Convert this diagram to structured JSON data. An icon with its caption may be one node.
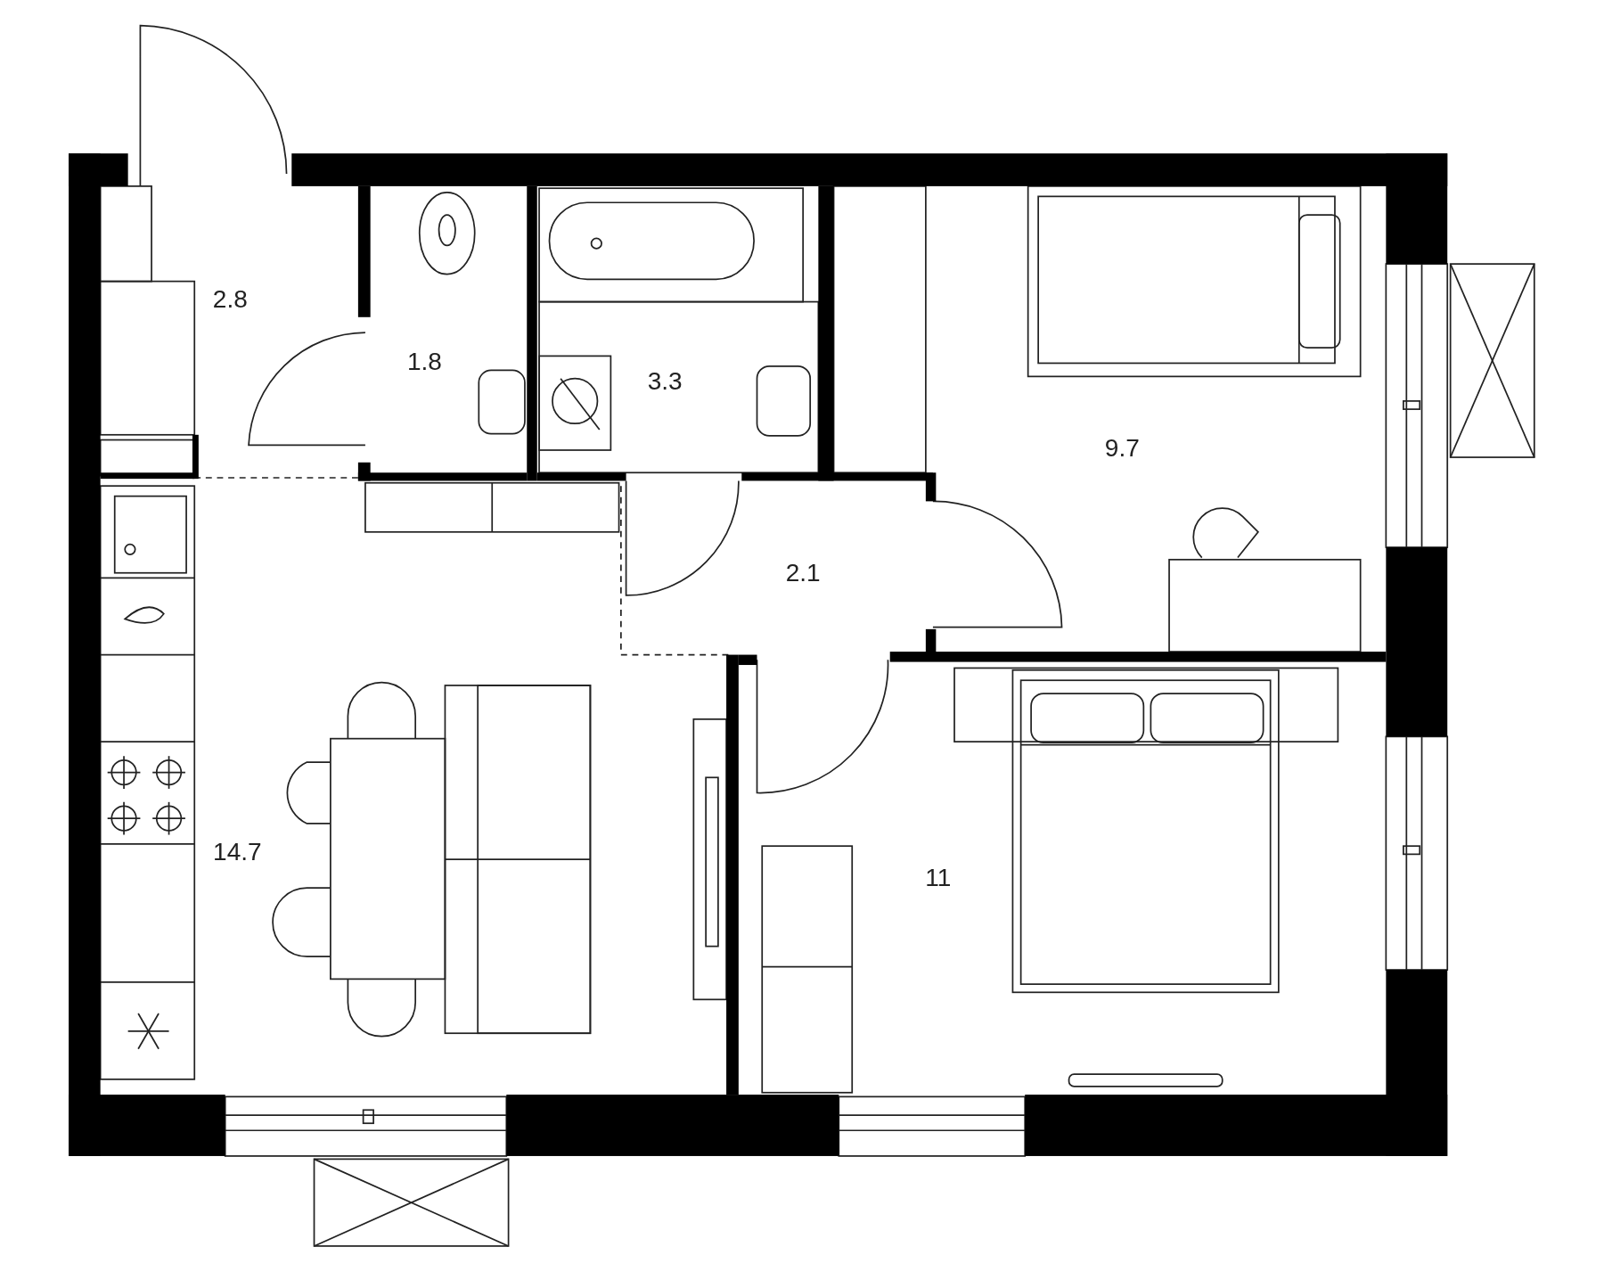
{
  "diagram": {
    "labels": [
      "2.8",
      "1.8",
      "3.3",
      "9.7",
      "2.1",
      "14.7",
      "11"
    ]
  }
}
